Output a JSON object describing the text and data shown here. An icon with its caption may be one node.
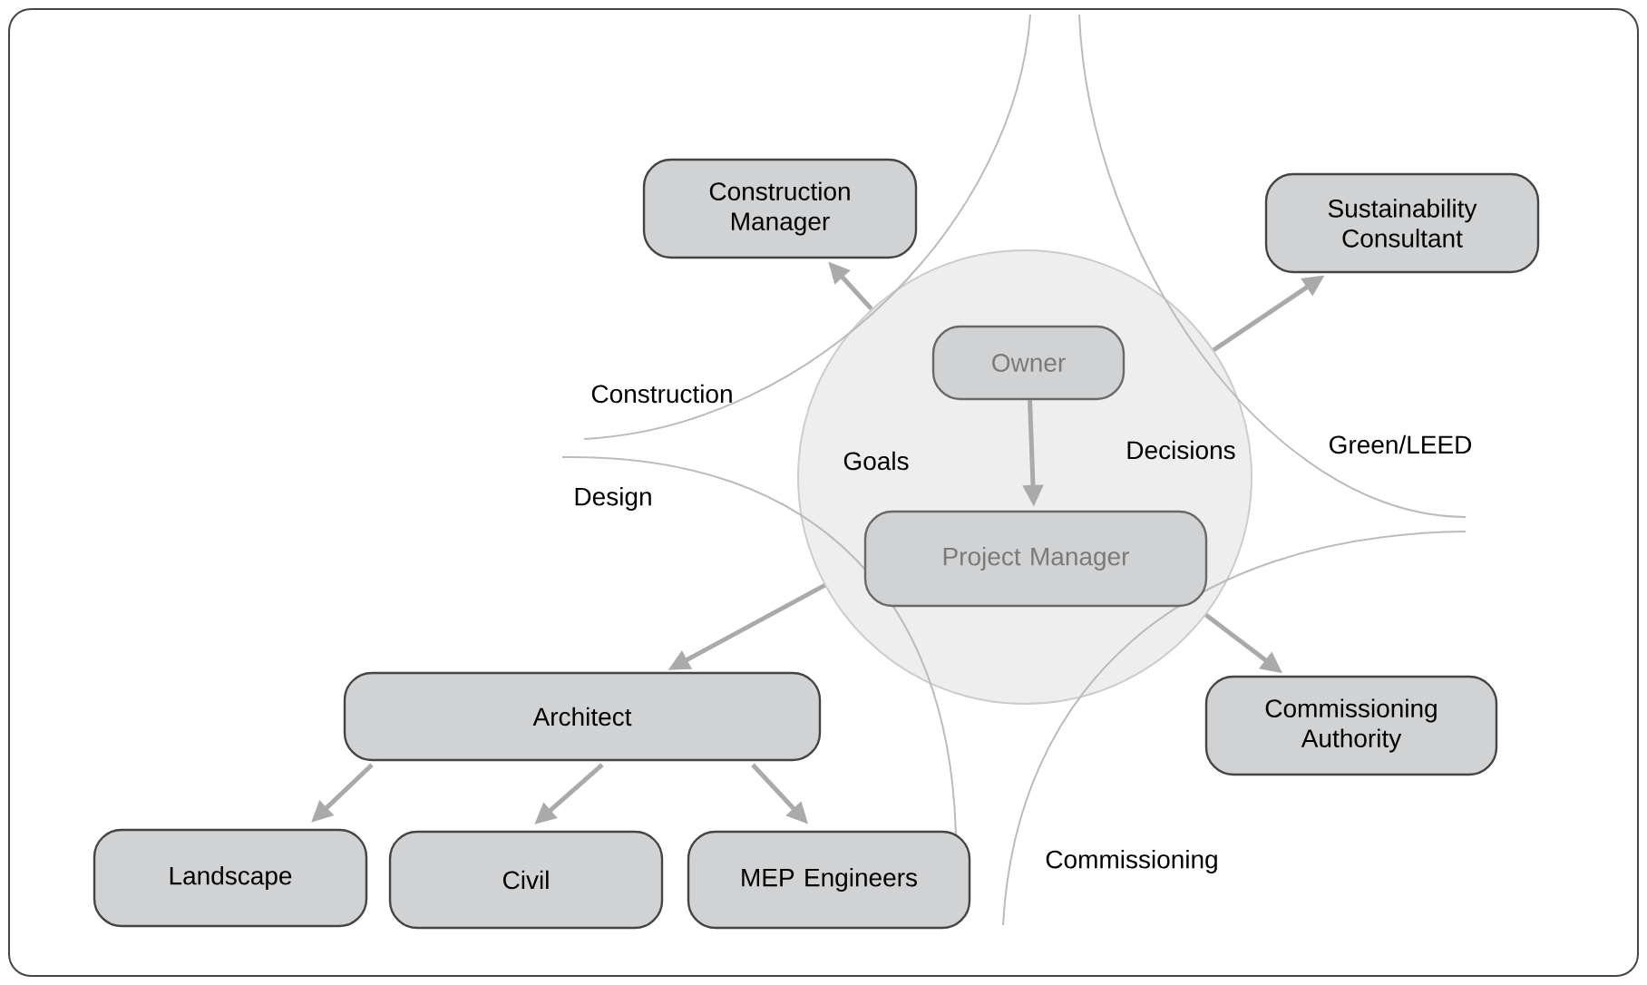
{
  "diagram": {
    "nodes": [
      {
        "text": [
          "Goals",
          "Decisions"
        ]
      },
      {
        "text": [
          "Owner"
        ],
        "in": 0
      },
      {
        "text": [
          "Project Manager"
        ],
        "in": 0
      },
      {
        "text": [
          "Construction Manager"
        ]
      },
      {
        "text": [
          "Sustainability Consultant"
        ]
      },
      {
        "text": [
          "Architect"
        ]
      },
      {
        "text": [
          "Commissioning Authority"
        ]
      },
      {
        "text": [
          "Landscape"
        ]
      },
      {
        "text": [
          "Civil"
        ]
      },
      {
        "text": [
          "MEP Engineers"
        ]
      }
    ],
    "edges": [
      {
        "from": 1,
        "to": 2,
        "arrow": "to"
      },
      {
        "from": 0,
        "to": 3,
        "arrow": "to"
      },
      {
        "from": 0,
        "to": 4,
        "arrow": "to"
      },
      {
        "from": 0,
        "to": 5,
        "arrow": "to"
      },
      {
        "from": 0,
        "to": 6,
        "arrow": "to"
      },
      {
        "from": 5,
        "to": 7,
        "arrow": "to"
      },
      {
        "from": 5,
        "to": 8,
        "arrow": "to"
      },
      {
        "from": 5,
        "to": 9,
        "arrow": "to"
      }
    ],
    "labels": [
      "Construction",
      "Design",
      "Green/LEED",
      "Commissioning"
    ]
  }
}
